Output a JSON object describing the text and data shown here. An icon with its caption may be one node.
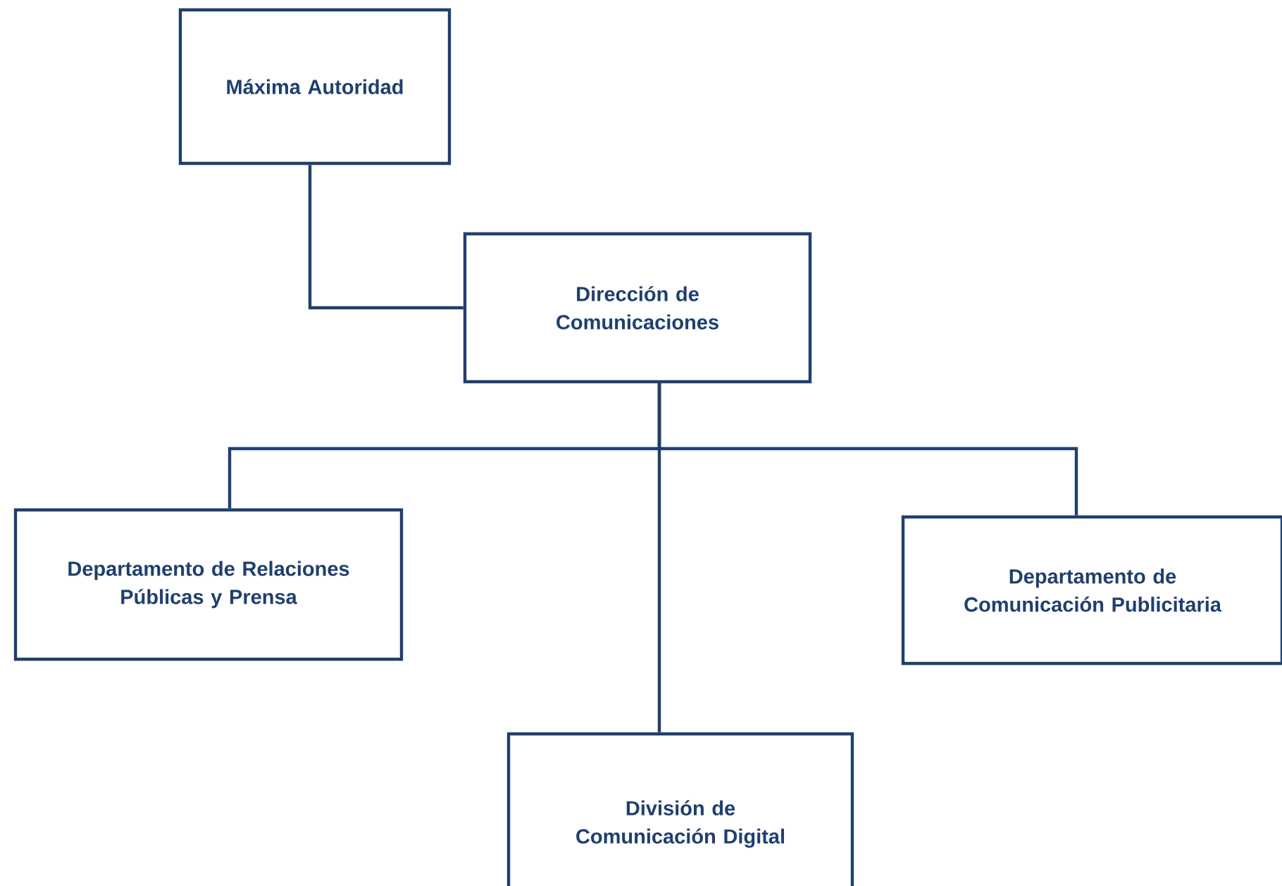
{
  "diagram": {
    "nodes": [
      {
        "text": [
          "Máxima Autoridad"
        ]
      },
      {
        "text": [
          "Dirección de Comunicaciones"
        ]
      },
      {
        "text": [
          "Departamento de Relaciones Públicas y Prensa"
        ]
      },
      {
        "text": [
          "Departamento de Comunicación Publicitaria"
        ]
      },
      {
        "text": [
          "División de Comunicación Digital"
        ]
      }
    ],
    "edges": [
      {
        "from": 0,
        "to": 1,
        "arrow": "none"
      },
      {
        "from": 1,
        "to": 2,
        "arrow": "none"
      },
      {
        "from": 1,
        "to": 3,
        "arrow": "none"
      },
      {
        "from": 1,
        "to": 4,
        "arrow": "none"
      }
    ]
  }
}
